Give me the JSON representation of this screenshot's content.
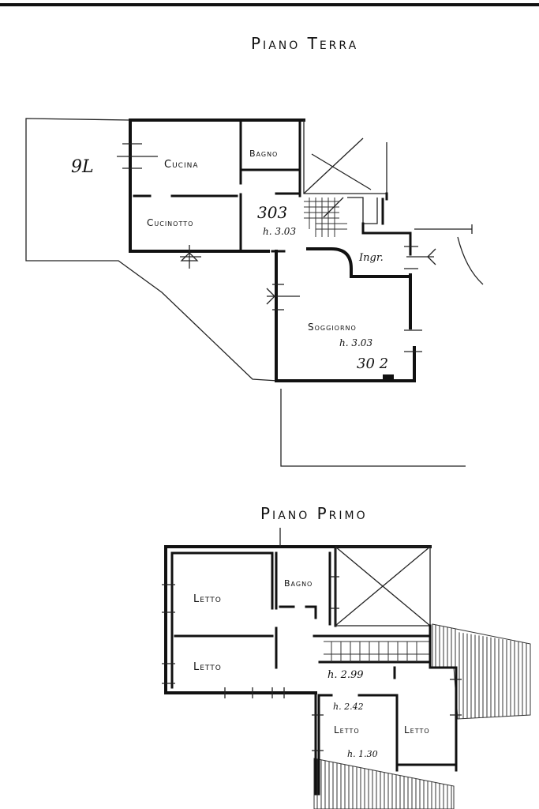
{
  "ground_floor": {
    "title": "Piano Terra",
    "rooms": {
      "cucina": "Cucina",
      "bagno": "Bagno",
      "cucinotto": "Cucinotto",
      "ingresso": "Ingr.",
      "soggiorno": "Soggiorno"
    },
    "heights": {
      "main": "h. 3.03",
      "soggiorno": "h. 3.03"
    },
    "handwritten": {
      "corner_mark": "9L",
      "stair_number": "303",
      "soggiorno_number": "30 2"
    }
  },
  "first_floor": {
    "title": "Piano Primo",
    "rooms": {
      "letto_1": "Letto",
      "bagno": "Bagno",
      "letto_2": "Letto",
      "letto_3": "Letto",
      "letto_4": "Letto"
    },
    "heights": {
      "landing": "h. 2.99",
      "low_1": "h. 2.42",
      "low_2": "h. 1.30"
    }
  }
}
